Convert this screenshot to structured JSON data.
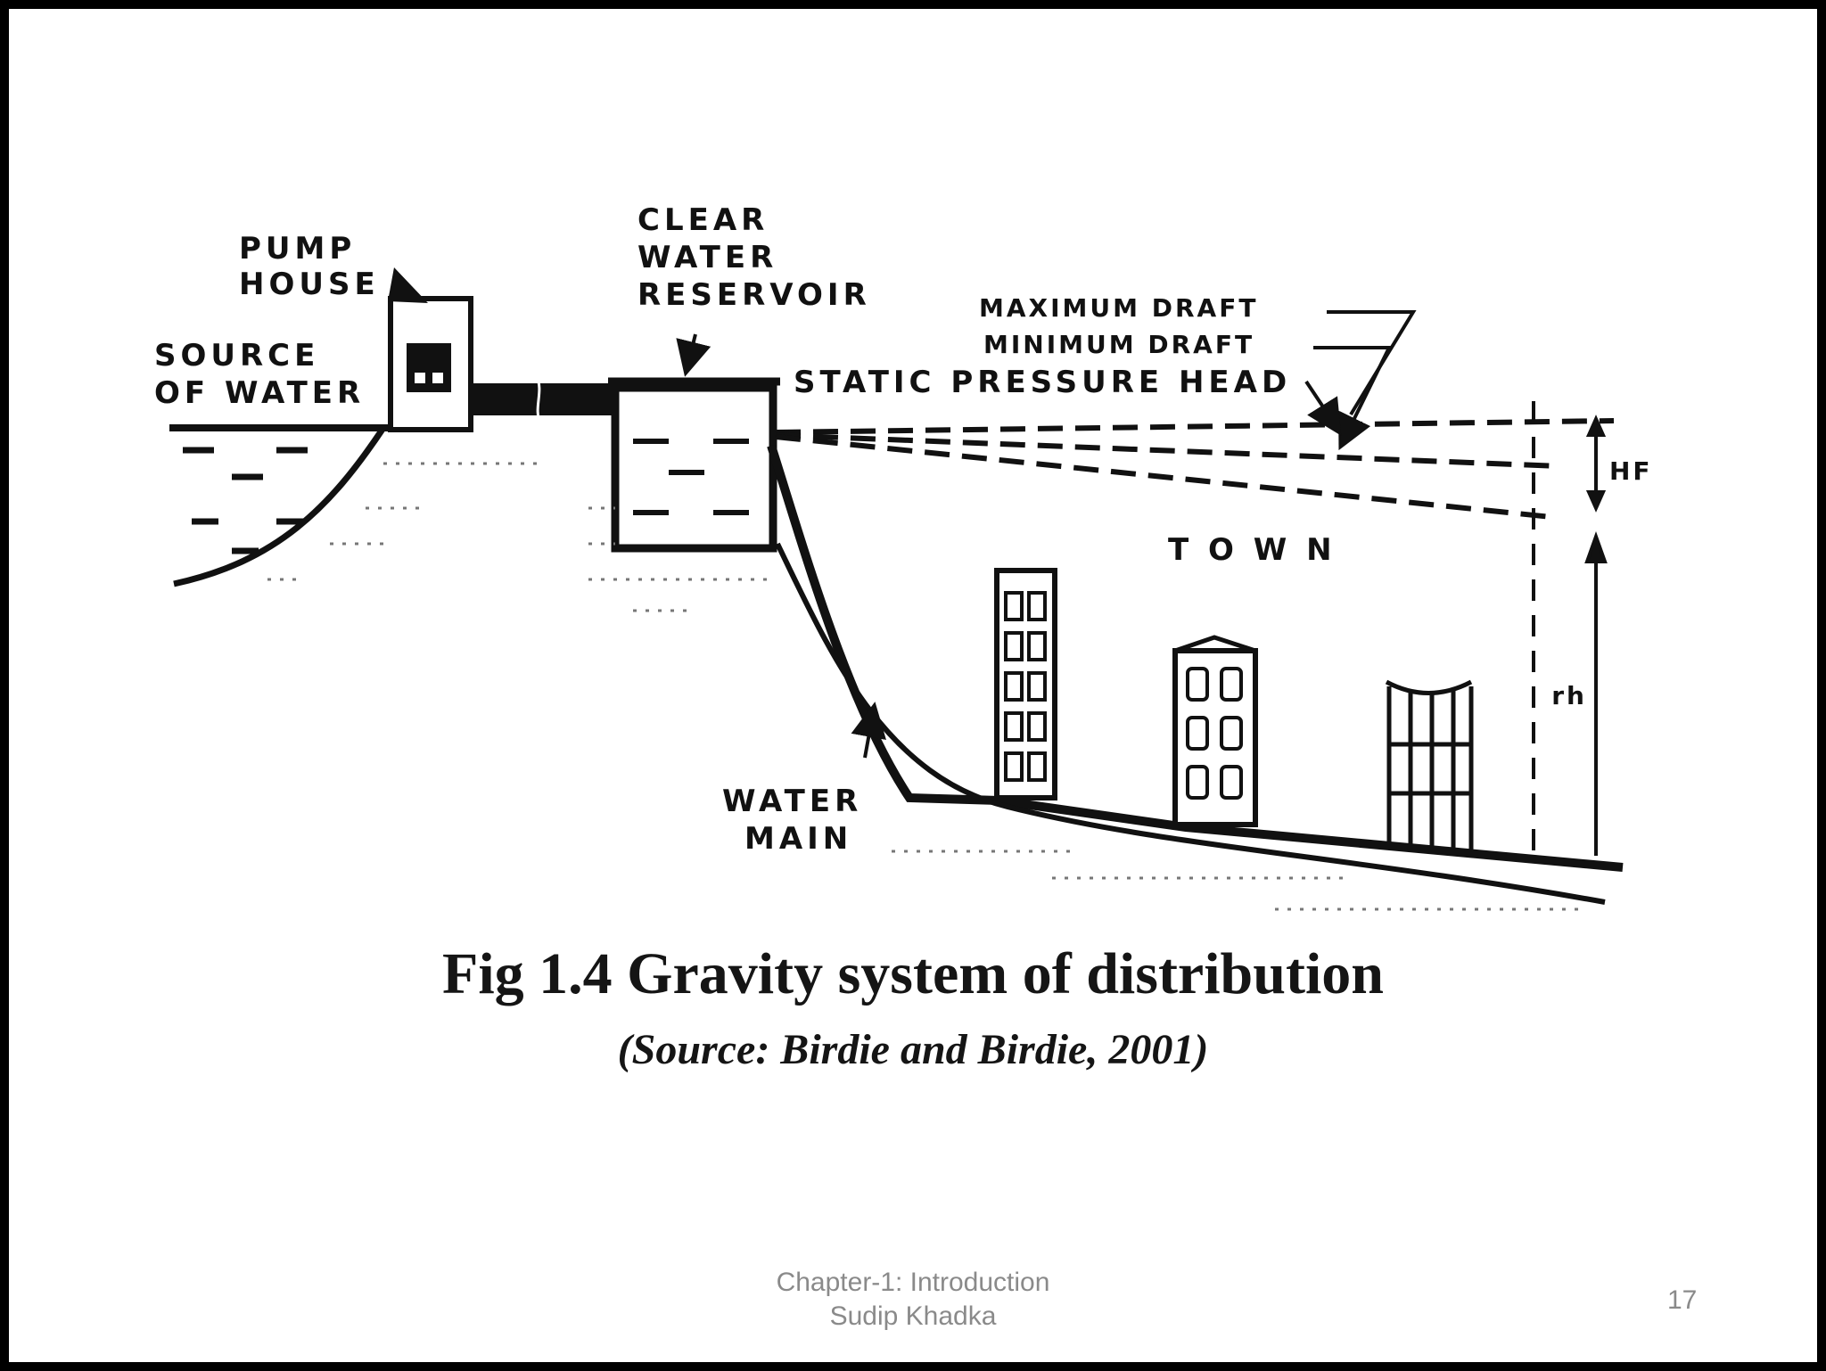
{
  "diagram": {
    "labels": {
      "pump_house_1": "PUMP",
      "pump_house_2": "HOUSE",
      "clear_water_1": "CLEAR",
      "clear_water_2": "WATER",
      "clear_water_3": "RESERVOIR",
      "source_1": "SOURCE",
      "source_2": "OF WATER",
      "maximum_draft": "MAXIMUM DRAFT",
      "minimum_draft": "MINIMUM DRAFT",
      "static_head": "STATIC PRESSURE HEAD",
      "town": "T O W N",
      "water_main_1": "WATER",
      "water_main_2": "MAIN",
      "hf": "HF",
      "rh": "rh"
    }
  },
  "caption": "Fig 1.4 Gravity system of distribution",
  "source": "(Source: Birdie and Birdie, 2001)",
  "footer": {
    "line1": "Chapter-1: Introduction",
    "line2": "Sudip Khadka"
  },
  "page_number": "17"
}
